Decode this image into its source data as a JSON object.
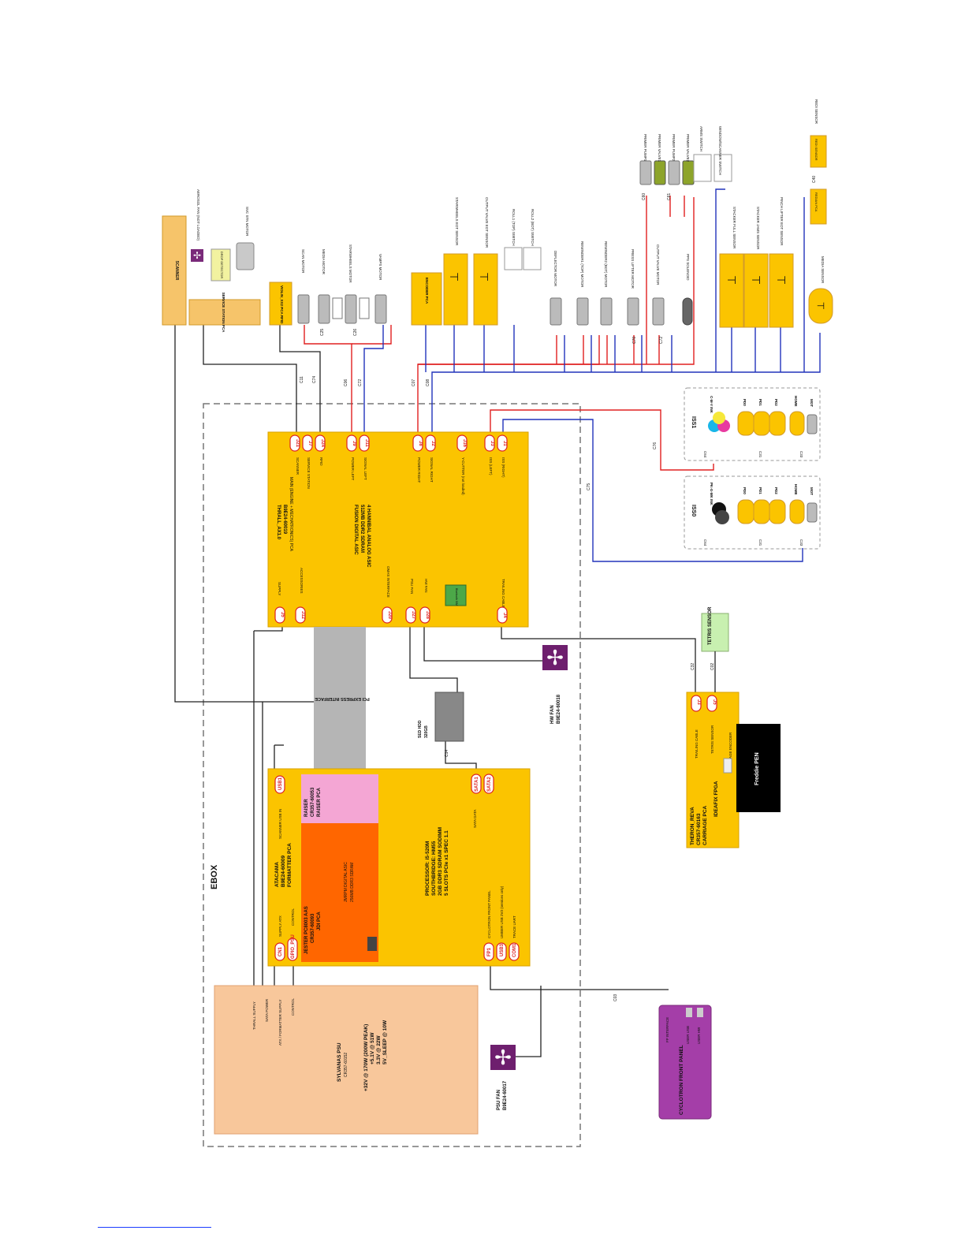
{
  "ebox": {
    "label": "EBOX"
  },
  "psu": {
    "name": "SYLVANAS PSU",
    "part": "CR357-60152",
    "specs": [
      "+32V @ 170W (200W PEAK)",
      "+5.1V @ 51W",
      "3.3V @ 22W",
      "5V_SLEEP @ 10W"
    ],
    "conn_labels": [
      "THRALL SUPPLY",
      "SATA POWER",
      "ATX / FORMATTER SUPPLY",
      "CONTROL"
    ]
  },
  "psu_fan": {
    "name": "PSU FAN",
    "part": "B9E24-60017"
  },
  "hw_fan": {
    "name": "HW FAN",
    "part": "B9E24-60018"
  },
  "formatter": {
    "name": "ATACAMA",
    "part": "B9E24-60009",
    "desc": "FORMATTER PCA",
    "processor": [
      "PROCESSOR: i5-520M",
      "SOUTHBRIDGE: HM55",
      "2GB DDR3 SDRAM SODIMM",
      "5 SLOTS PCIe x1 SPEC 1.1"
    ],
    "jester": [
      "JESTER PC8003 AAS",
      "CR357-60093",
      "JDI PCA"
    ],
    "jester_chip": [
      "JMRPM DIGITAL ASIC",
      "256MB DDR3 SDRAM"
    ],
    "raiser": [
      "RAISER",
      "CR357-60053",
      "RAISER PCA"
    ],
    "labels": [
      "SUPPLY ATX",
      "CONTROL",
      "SCANNER USB IN",
      "SATA DATA",
      "CYCLOTRON FRONT PANEL",
      "UMBER USB 2V3 (services only)",
      "TRACE UART"
    ],
    "pins": [
      "CN1",
      "GPIO_PSU",
      "USB1",
      "SATA1",
      "SATA2",
      "FP1",
      "USB3",
      "COM1"
    ]
  },
  "sed_hdd": {
    "name": "SED HDD",
    "size": "320GB"
  },
  "pci_express": {
    "label": "PCI EXPRESS INTERFACE"
  },
  "main_pca": {
    "name": "THRALL_AX1.0",
    "part": "B9E24-60019",
    "desc": "MAIN (ENGINE + MECHATRONICS) PCA",
    "asic": [
      "FUSION DIGITAL ASIC",
      "512MB DDR2 SDRAM",
      "4 HANNIBAL ANALOG ASIC"
    ],
    "module": "Bluetooth SIM",
    "labels": [
      "SUPPLY",
      "ACCESSORIES",
      "OMAS INTERFACE",
      "PSU FAN",
      "HW FAN",
      "TRAILING CABLE",
      "SCANNER",
      "SERVICE STATION",
      "RFID",
      "POWER LEFT",
      "SIGNAL LEFT",
      "POWER RIGHT",
      "SIGNAL RIGHT",
      "Y-CUTTER (not loaded)",
      "ISS (LEFT)",
      "ISS (RIGHT)"
    ],
    "pins": [
      "J5",
      "J12",
      "J20",
      "J27",
      "J28",
      "J4",
      "J21",
      "J7",
      "J24",
      "J9",
      "J11",
      "J8",
      "J2",
      "J16",
      "J3",
      "J1"
    ]
  },
  "carriage": {
    "name": "THERON_REVA",
    "part": "CR357-60163",
    "desc": "CARRIAGE PCA",
    "fpga": "IDEAFIX FPGA",
    "labels": [
      "TRAILING CABLE",
      "TETRIS SENSOR",
      "CARRIAGE ENCODER"
    ],
    "pins": [
      "J3",
      "J5"
    ]
  },
  "freddie_pen": {
    "label": "Freddie PEN"
  },
  "tetris_sensor": {
    "label": "TETRIS SENSOR"
  },
  "front_panel": {
    "name": "CYCLOTRON FRONT PANEL",
    "ports": [
      "FP INTERFACE",
      "USER USB",
      "USER HW"
    ]
  },
  "iss0": {
    "name": "ISS0",
    "ink": "PK-G-MK INK",
    "items": [
      "PD0",
      "PD1",
      "PD2",
      "HOME",
      "MOT"
    ],
    "cables": [
      "C64",
      "C31",
      "C33"
    ]
  },
  "iss1": {
    "name": "ISS1",
    "ink": "C-M-Y INK",
    "items": [
      "PD0",
      "PD1",
      "PD2",
      "HOME",
      "MOT"
    ],
    "cables": [
      "C64",
      "C31",
      "C33"
    ]
  },
  "scanner": {
    "label": "SCANNER"
  },
  "service_station": {
    "label": "SERVICE STATION PCA"
  },
  "aerosol_fan": {
    "label": "AEROSOL FAN (NOT LOADED)"
  },
  "drop_detector": {
    "label": "DROP DETECTOR"
  },
  "svc_motor": {
    "label": "SVC STN MOTOR"
  },
  "violin": {
    "label": "VIOLIN_XX2 PCA RFID"
  },
  "motors_left": [
    "SCAN MOTOR",
    "MEDIA MOTOR",
    "STARWHEELS MOTOR",
    "VAMPS MOTOR"
  ],
  "encoder_pca": {
    "label": "ENCODER PCA"
  },
  "sensors_left": [
    "STARWHEELS EOT SENSOR",
    "OUTPUT VALVE EOT SENSOR",
    "ROLL1 (TOP) SWITCH",
    "ROLL2 (BOT) SWITCH"
  ],
  "motors_right": [
    "DEFLECTOR MOTOR",
    "REWINDER1 (TOP) MOTOR",
    "REWINDER2 (BOT) MOTOR",
    "PRESS LIFTER MOTOR",
    "OUTPUT VALVE MOTOR",
    "PPS SOLENOID"
  ],
  "pumps": [
    "PRIMER PUMP1",
    "PRIMER VALVE1",
    "PRIMER PUMP2",
    "PRIMER VALVE2"
  ],
  "switches": [
    "ARMS SWITCH",
    "WINDOW/SCANNER SWITCH"
  ],
  "stacker_sensors": [
    "STACKER FULL SENSOR",
    "STACKER JAMS SENSOR",
    "PINCH LIFTER EOT SENSOR"
  ],
  "media_sensor": {
    "label": "MEDIA SENSOR"
  },
  "redi_sensor": {
    "label": "REDI SENSOR"
  },
  "redi_pca": {
    "label": "REDIAN PCA"
  },
  "cables": {
    "c11": "C11",
    "c74": "C74",
    "c06": "C06",
    "c72": "C72",
    "c07": "C07",
    "c08": "C08",
    "c76": "C76",
    "c75": "C75",
    "c14": "C14",
    "c32": "C32",
    "c02": "C02",
    "c03": "C03",
    "c25": "C25",
    "c26": "C26",
    "c70": "C70",
    "c72b": "C72",
    "c60": "C60",
    "c61": "C61",
    "c40": "C40"
  },
  "colors": {
    "board": "#fbc400",
    "psu": "#f8c79b",
    "chip": "#ff6600",
    "raiser": "#f4a6d4",
    "power_wire": "#e02020",
    "signal_wire": "#2233bb",
    "front_panel": "#a43ea8",
    "tetris": "#c8f0b0"
  }
}
